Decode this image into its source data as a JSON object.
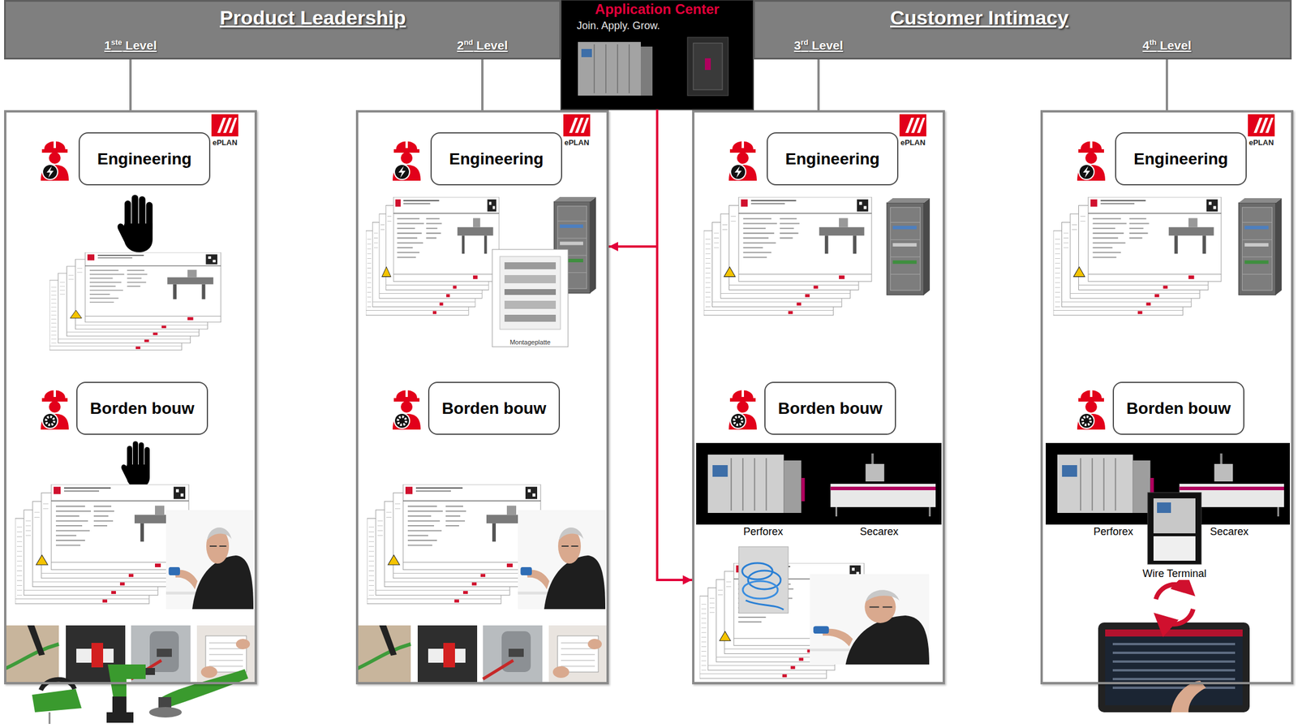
{
  "diagram": {
    "nodes": [
      {
        "text": [
          "Product Leadership"
        ]
      },
      {
        "text": [
          "Application Center",
          "Join. Apply. Grow."
        ]
      },
      {
        "text": [
          "Customer Intimacy"
        ]
      },
      {
        "text": [
          "1ste Level"
        ]
      },
      {
        "text": [
          "Engineering"
        ],
        "in": 3
      },
      {
        "text": [
          "Borden bouw"
        ],
        "in": 3
      },
      {
        "text": [
          "2nd Level"
        ]
      },
      {
        "text": [
          "Engineering"
        ],
        "in": 6
      },
      {
        "text": [
          "Borden bouw"
        ],
        "in": 6
      },
      {
        "text": [
          "3rd Level"
        ]
      },
      {
        "text": [
          "Engineering"
        ],
        "in": 9
      },
      {
        "text": [
          "Borden bouw"
        ],
        "in": 9
      },
      {
        "text": [
          "4th Level"
        ]
      },
      {
        "text": [
          "Engineering"
        ],
        "in": 12
      },
      {
        "text": [
          "Borden bouw"
        ],
        "in": 12
      }
    ],
    "edges": [
      {
        "from": 1,
        "to": 6,
        "arrow": "to"
      },
      {
        "from": 1,
        "to": 9,
        "arrow": "to"
      }
    ],
    "labels": [
      "ePLAN",
      "ePLAN",
      "ePLAN",
      "ePLAN",
      "Montageplatte",
      "Perforex",
      "Secarex",
      "Perforex",
      "Secarex",
      "Wire Terminal"
    ]
  }
}
